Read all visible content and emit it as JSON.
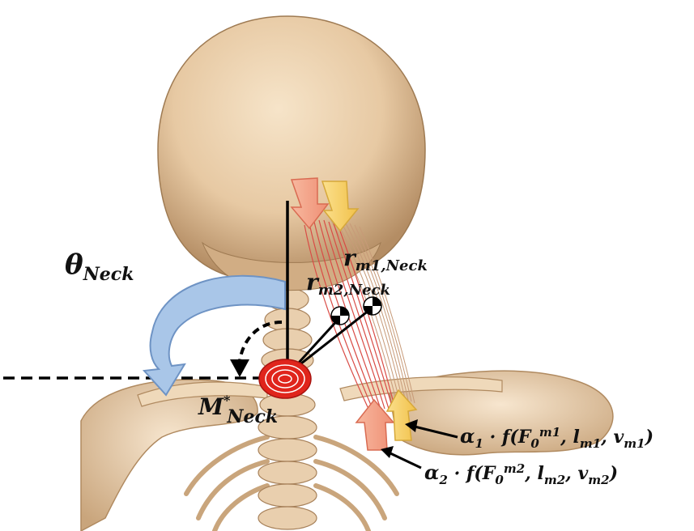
{
  "labels": {
    "theta": {
      "base": "θ",
      "sub": "Neck"
    },
    "moment": {
      "base": "M",
      "sup": "*",
      "sub": "Neck"
    },
    "r1": {
      "base": "r",
      "sub": "m1,Neck"
    },
    "r2": {
      "base": "r",
      "sub": "m2,Neck"
    },
    "eq1": {
      "alpha": "α",
      "alpha_sub": "1",
      "mid": " · f(F",
      "f0_sub": "0",
      "f0_sup": "m1",
      "sep1": ", l",
      "l_sub": "m1",
      "sep2": ", v",
      "v_sub": "m1",
      "close": ")"
    },
    "eq2": {
      "alpha": "α",
      "alpha_sub": "2",
      "mid": " · f(F",
      "f0_sub": "0",
      "f0_sup": "m2",
      "sep1": ", l",
      "l_sub": "m2",
      "sep2": ", v",
      "v_sub": "m2",
      "close": ")"
    }
  },
  "colors": {
    "skull": "#e7c9a3",
    "bone": "#e8cfae",
    "muscle_m1": "#f3dcc6",
    "muscle_m2": "#d94b45",
    "arrow_m2": "#f4a58d",
    "arrow_m1": "#f7d269",
    "joint": "#e0251c",
    "rotation_arrow": "#a9c6e8"
  }
}
